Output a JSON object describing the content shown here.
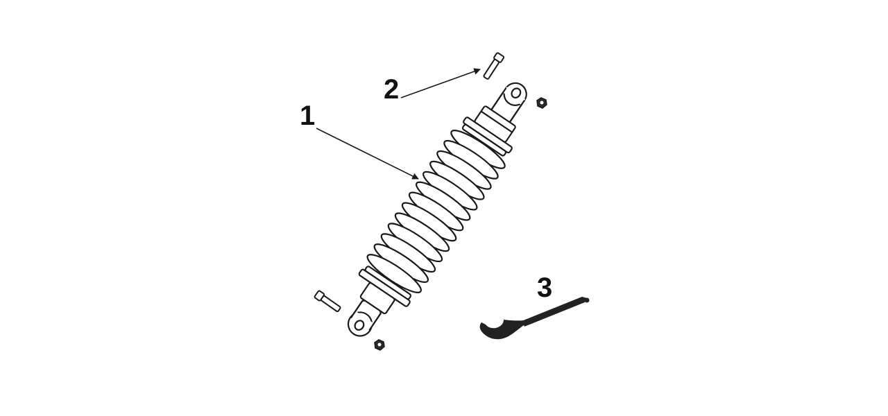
{
  "callouts": {
    "shock_absorber": "1",
    "mounting_bolt": "2",
    "spanner_wrench": "3"
  },
  "colors": {
    "line": "#1a1a1a",
    "background": "#ffffff",
    "wrench": "#222222"
  },
  "icons": [
    "shock-absorber-icon",
    "bolt-icon",
    "nut-icon",
    "spanner-wrench-icon",
    "leader-arrow-icon"
  ]
}
